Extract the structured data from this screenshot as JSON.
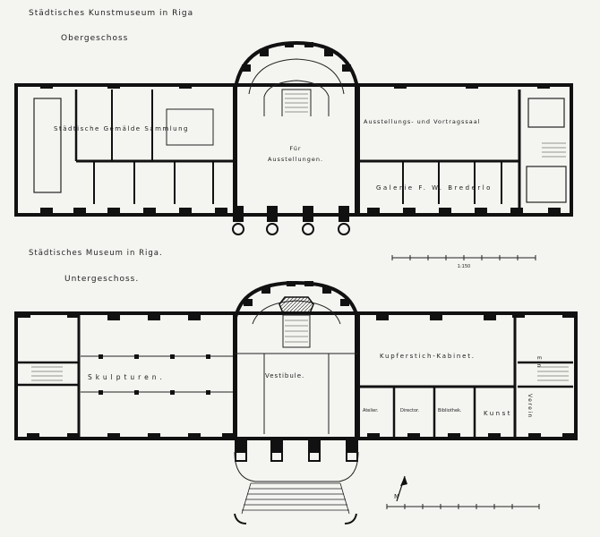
{
  "sheet_title": "Städtisches Kunstmuseum in Riga",
  "upper_floor": {
    "heading": "Obergeschoss",
    "labels": {
      "gallery_left": "Städtische Gemälde Sammlung",
      "center": "Für",
      "center_2": "Ausstellungen.",
      "hall_right": "Ausstellungs- und Vortragssaal",
      "gallery_right": "Galerie F. W. Brederlo"
    },
    "scale_label": "1:150"
  },
  "museum_title": "Städtisches Museum in Riga.",
  "lower_floor": {
    "heading": "Untergeschoss.",
    "labels": {
      "sculptures": "Skulpturen.",
      "vestibule": "Vestibule.",
      "prints": "Kupferstich-Kabinet.",
      "atelier": "Atelier.",
      "director": "Director.",
      "library": "Bibliothek.",
      "art_a": "Kunst",
      "art_b": "Ein",
      "art_c": "Verein"
    },
    "north_label": "N"
  }
}
